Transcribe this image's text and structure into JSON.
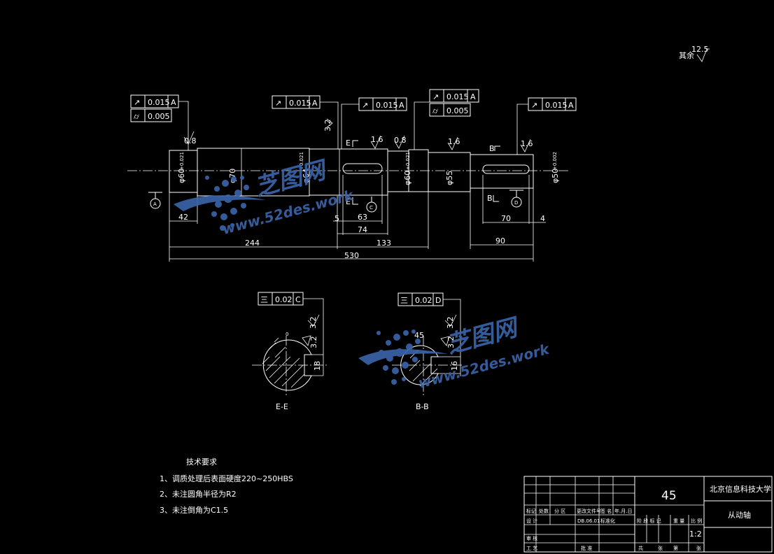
{
  "roughness": {
    "label": "其余",
    "value": "12.5"
  },
  "tolerance_frames": [
    {
      "symbol": "↗",
      "value": "0.015",
      "datum": "A"
    },
    {
      "symbol": "⌭",
      "value": "0.005"
    },
    {
      "symbol": "↗",
      "value": "0.015",
      "datum": "A"
    },
    {
      "symbol": "↗",
      "value": "0.015",
      "datum": "A"
    },
    {
      "symbol": "↗",
      "value": "0.015",
      "datum": "A"
    },
    {
      "symbol": "⌭",
      "value": "0.005"
    },
    {
      "symbol": "↗",
      "value": "0.015",
      "datum": "A"
    },
    {
      "symbol": "三",
      "value": "0.02",
      "datum": "C"
    },
    {
      "symbol": "三",
      "value": "0.02",
      "datum": "D"
    }
  ],
  "surface_finish": [
    "0.8",
    "3.2",
    "1.6",
    "0.8",
    "1.6",
    "1.6",
    "3.2",
    "3.2",
    "3.2",
    "3.2"
  ],
  "diameters": [
    "φ60",
    "φ70",
    "φ64",
    "φ60",
    "φ55",
    "φ50"
  ],
  "tolerance_small": [
    "+0.021",
    "+0.002"
  ],
  "dimensions": {
    "d42": "42",
    "d244": "244",
    "d530": "530",
    "d5": "5",
    "d63": "63",
    "d74": "74",
    "d133": "133",
    "d70": "70",
    "d4": "4",
    "d90": "90",
    "d18": "18",
    "d16": "16",
    "d45": "45",
    "d0": "0"
  },
  "section_markers": {
    "e": "E",
    "b": "B"
  },
  "datum_labels": {
    "a": "A",
    "c": "C",
    "d": "D"
  },
  "section_titles": {
    "ee": "E-E",
    "bb": "B-B"
  },
  "watermark": {
    "cn": "芝图网",
    "url": "www.52des.work"
  },
  "tech_requirements": {
    "title": "技术要求",
    "items": [
      "1、调质处理后表面硬度220~250HBS",
      "2、未注圆角半径为R2",
      "3、未注倒角为C1.5"
    ]
  },
  "title_block": {
    "material": "45",
    "school": "北京信息科技大学",
    "part_name": "从动轴",
    "drawing_no": "DB.06.01",
    "scale": "1:2",
    "labels": [
      "标记",
      "处数",
      "分 区",
      "更改文件号",
      "签 名",
      "年.月.日",
      "设 计",
      "标准化",
      "审 核",
      "工 艺",
      "批 准",
      "阶 段 标 记",
      "重 量",
      "比 例",
      "共",
      "张",
      "第",
      "张"
    ]
  }
}
